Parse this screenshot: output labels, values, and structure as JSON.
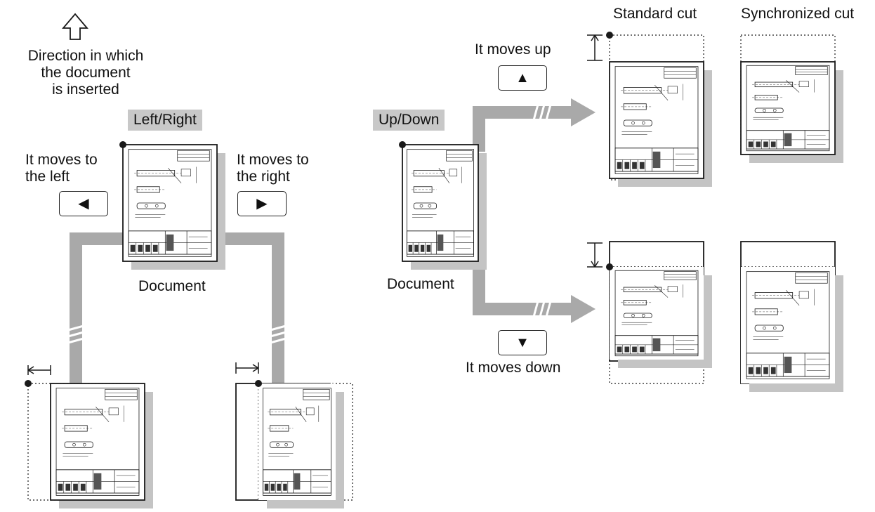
{
  "insert_direction": {
    "icon": "up-outline-arrow-icon",
    "label": "Direction in which\nthe document\nis inserted"
  },
  "left_right": {
    "tag": "Left/Right",
    "move_left_label": "It moves to\nthe left",
    "move_right_label": "It moves to\nthe right",
    "left_key": {
      "icon": "left-triangle-icon",
      "glyph": "◀"
    },
    "right_key": {
      "icon": "right-triangle-icon",
      "glyph": "▶"
    },
    "document_label": "Document"
  },
  "up_down": {
    "tag": "Up/Down",
    "move_up_label": "It moves up",
    "move_down_label": "It moves down",
    "up_key": {
      "icon": "up-triangle-icon",
      "glyph": "▲"
    },
    "down_key": {
      "icon": "down-triangle-icon",
      "glyph": "▼"
    },
    "document_label": "Document"
  },
  "columns": {
    "standard": "Standard cut",
    "synchronized": "Synchronized cut"
  },
  "colors": {
    "flow_arrow": "#a9a9a9",
    "shadow": "#c4c4c4",
    "tag_bg": "#c8c8c8",
    "line": "#1a1a1a"
  }
}
